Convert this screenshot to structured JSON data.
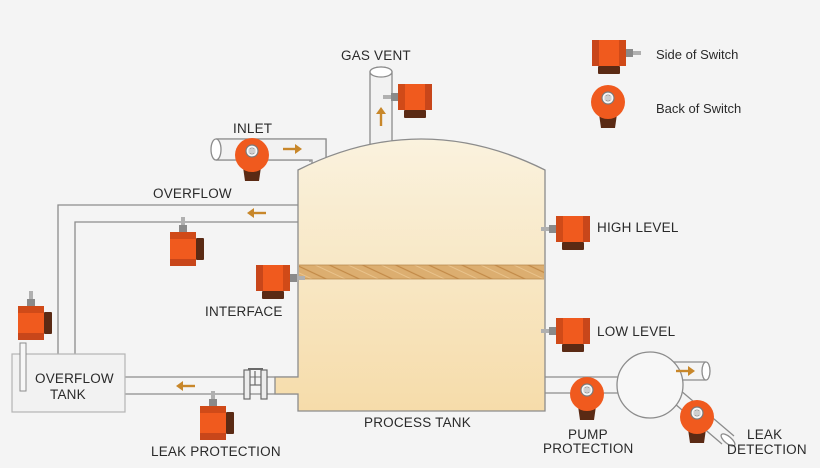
{
  "colors": {
    "background": "#f4f4f4",
    "pipe_fill": "#f2f2f2",
    "pipe_stroke": "#8c8c8c",
    "tank_fill_top": "#f8edd5",
    "tank_fill_bottom": "#f6dfb0",
    "interface_layer": "#d8a868",
    "flow_arrow": "#c8872a",
    "switch_orange": "#f05a1e",
    "switch_dark": "#5a2a14"
  },
  "legend": {
    "side_label": "Side of Switch",
    "back_label": "Back of Switch"
  },
  "labels": {
    "gas_vent": "GAS VENT",
    "inlet": "INLET",
    "overflow": "OVERFLOW",
    "high_level": "HIGH LEVEL",
    "interface": "INTERFACE",
    "low_level": "LOW LEVEL",
    "overflow_tank_1": "OVERFLOW",
    "overflow_tank_2": "TANK",
    "process_tank": "PROCESS TANK",
    "leak_protection": "LEAK PROTECTION",
    "pump_1": "PUMP",
    "pump_2": "PROTECTION",
    "leak_detection_1": "LEAK",
    "leak_detection_2": "DETECTION"
  },
  "icons": {
    "side_switch": "side-switch-icon",
    "back_switch": "back-switch-icon",
    "flow_arrow": "flow-arrow-icon"
  }
}
